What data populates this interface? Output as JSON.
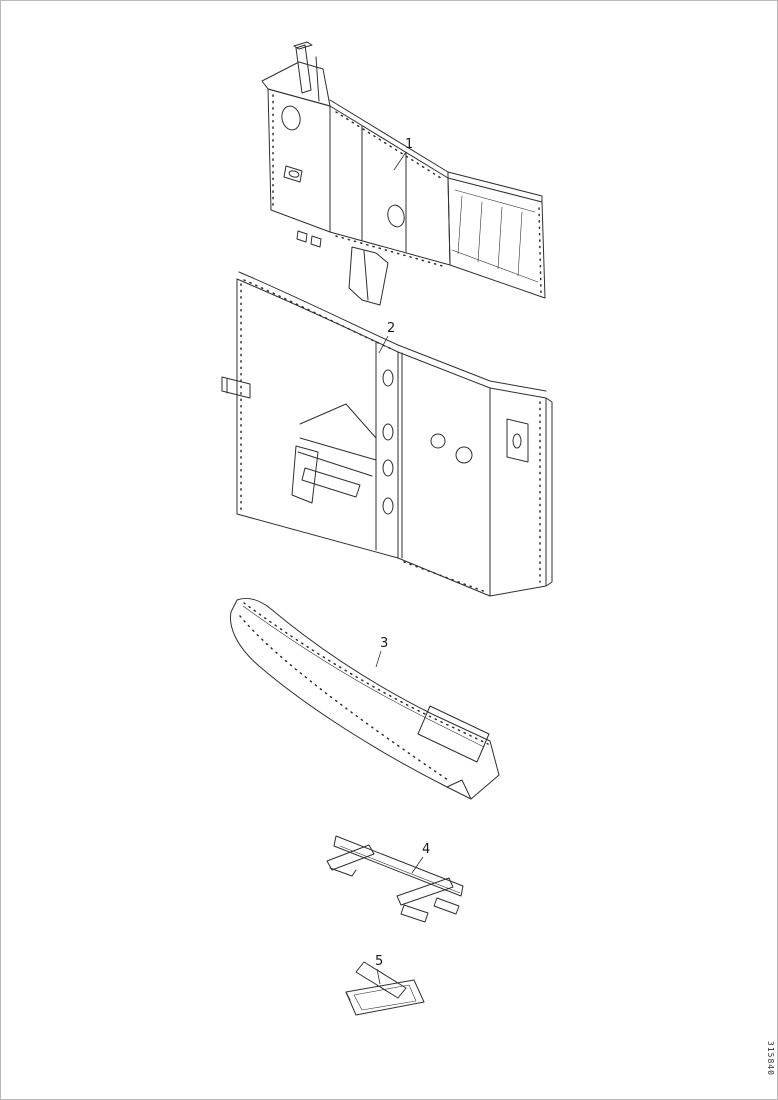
{
  "figure": {
    "code": "315840"
  },
  "colors": {
    "background": "#ffffff",
    "line": "#2f2f2f"
  },
  "callouts": [
    {
      "label": "1"
    },
    {
      "label": "2"
    },
    {
      "label": "3"
    },
    {
      "label": "4"
    },
    {
      "label": "5"
    }
  ]
}
